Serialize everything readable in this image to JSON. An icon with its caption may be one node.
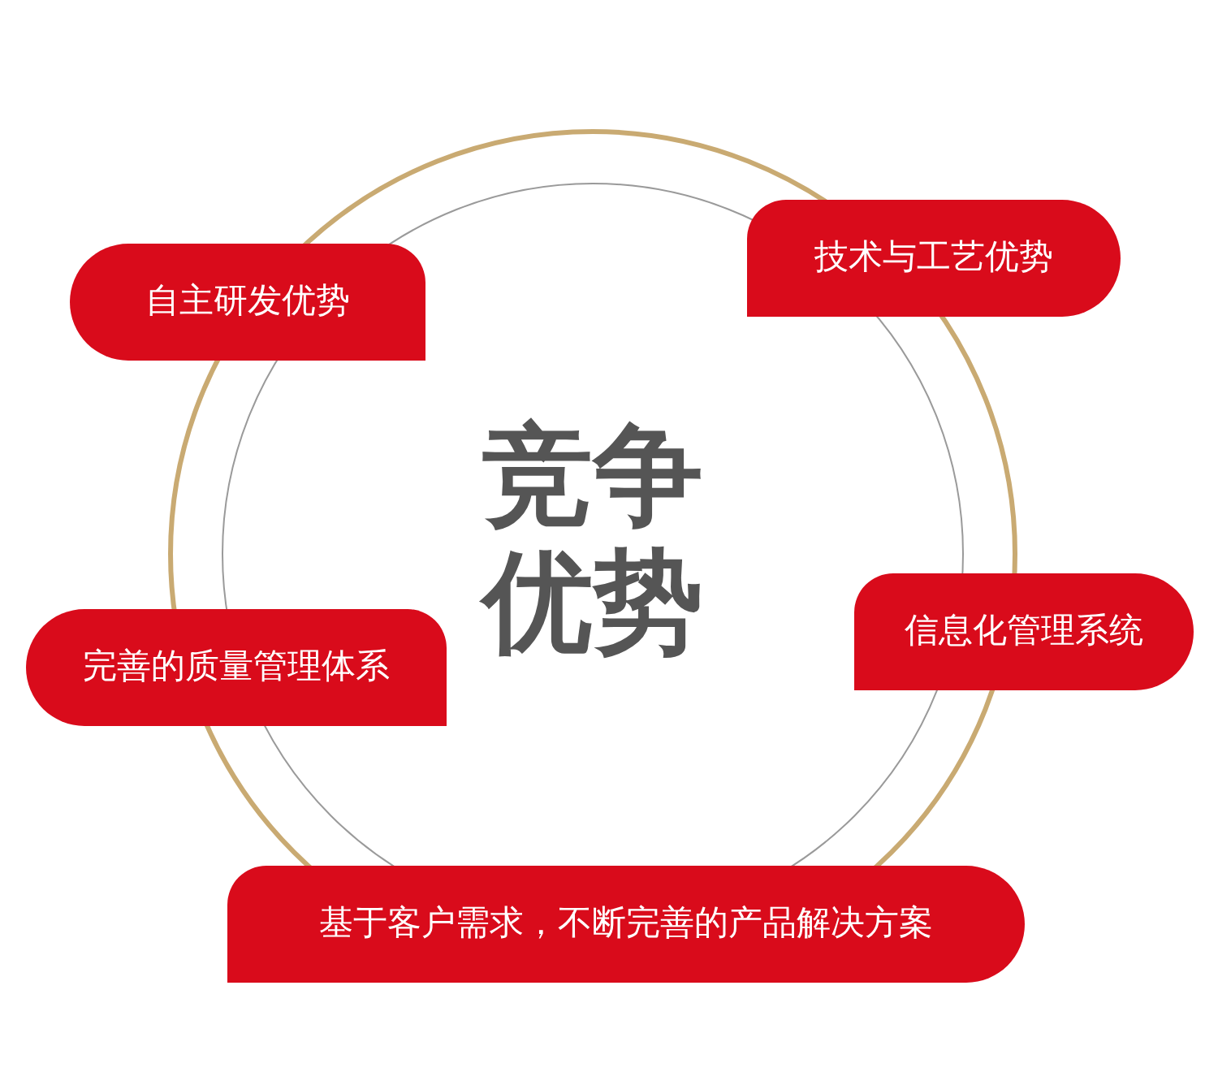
{
  "diagram": {
    "nodes": [
      {
        "text": [
          "竞争优势"
        ]
      },
      {
        "text": [
          "自主研发优势"
        ]
      },
      {
        "text": [
          "技术与工艺优势"
        ]
      },
      {
        "text": [
          "完善的质量管理体系"
        ]
      },
      {
        "text": [
          "信息化管理系统"
        ]
      },
      {
        "text": [
          "基于客户需求，不断完善的产品解决方案"
        ]
      }
    ]
  }
}
